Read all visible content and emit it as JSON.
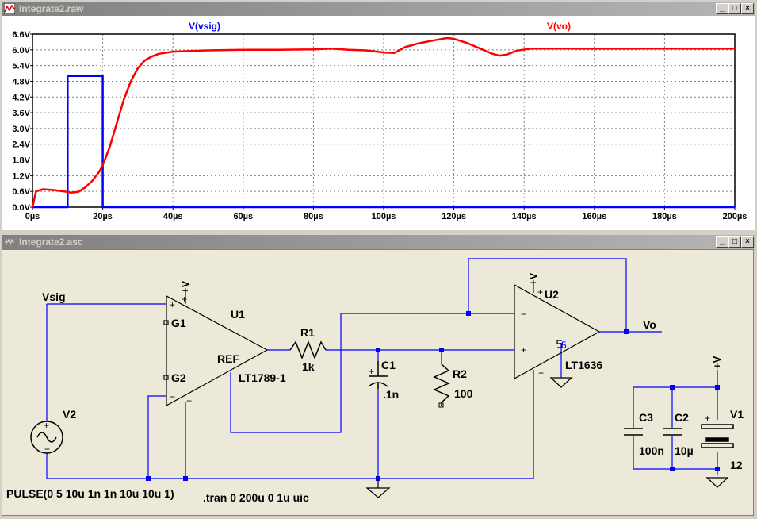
{
  "plot_window": {
    "title": "Integrate2.raw",
    "icon": "waveform-icon",
    "controls": [
      "_",
      "□",
      "×"
    ]
  },
  "schematic_window": {
    "title": "Integrate2.asc",
    "icon": "schematic-icon",
    "controls": [
      "_",
      "□",
      "×"
    ]
  },
  "chart_data": {
    "type": "line",
    "series": [
      {
        "name": "V(vsig)",
        "color": "#0000ff",
        "x": [
          0,
          10,
          10,
          20,
          20,
          200
        ],
        "y": [
          0,
          0,
          5,
          5,
          0,
          0
        ]
      },
      {
        "name": "V(vo)",
        "color": "#ff0000",
        "x": [
          0,
          1,
          3,
          6,
          9,
          11,
          13,
          15,
          17,
          19,
          20,
          22,
          24,
          26,
          28,
          30,
          32,
          34,
          36,
          40,
          50,
          60,
          70,
          80,
          85,
          90,
          95,
          100,
          103,
          106,
          110,
          115,
          118,
          120,
          124,
          128,
          131,
          133,
          135,
          138,
          142,
          148,
          160,
          180,
          200
        ],
        "y": [
          0,
          0.6,
          0.68,
          0.65,
          0.6,
          0.55,
          0.58,
          0.75,
          1.0,
          1.35,
          1.6,
          2.3,
          3.2,
          4.1,
          4.8,
          5.3,
          5.6,
          5.75,
          5.85,
          5.93,
          5.98,
          6.0,
          6.0,
          6.02,
          6.05,
          6.0,
          5.98,
          5.9,
          5.88,
          6.1,
          6.25,
          6.38,
          6.45,
          6.42,
          6.25,
          6.02,
          5.85,
          5.78,
          5.82,
          5.97,
          6.05,
          6.05,
          6.05,
          6.05,
          6.05
        ]
      }
    ],
    "y_ticks": [
      "0.0V",
      "0.6V",
      "1.2V",
      "1.8V",
      "2.4V",
      "3.0V",
      "3.6V",
      "4.2V",
      "4.8V",
      "5.4V",
      "6.0V",
      "6.6V"
    ],
    "x_ticks": [
      "0µs",
      "20µs",
      "40µs",
      "60µs",
      "80µs",
      "100µs",
      "120µs",
      "140µs",
      "160µs",
      "180µs",
      "200µs"
    ],
    "xlim": [
      0,
      200
    ],
    "ylim": [
      0,
      6.6
    ],
    "grid": true,
    "legend_position": "top"
  },
  "schematic": {
    "labels": {
      "vsig": "Vsig",
      "vo": "Vo",
      "u1": "U1",
      "u2": "U2",
      "lt1789": "LT1789-1",
      "lt1636": "LT1636",
      "ref": "REF",
      "g1": "G1",
      "g2": "G2",
      "plusv_u1": "+V",
      "plusv_u2": "+V",
      "plusv_v1": "+V",
      "r1": "R1",
      "r1_val": "1k",
      "r2": "R2",
      "r2_val": "100",
      "c1": "C1",
      "c1_val": ".1n",
      "c2": "C2",
      "c2_val": "10µ",
      "c3": "C3",
      "c3_val": "100n",
      "v1": "V1",
      "v1_val": "12",
      "v2": "V2",
      "pin5": "5",
      "plus": "+",
      "minus": "−",
      "pulse": "PULSE(0 5 10u 1n 1n 10u 10u 1)",
      "tran": ".tran 0 200u 0 1u uic"
    }
  }
}
